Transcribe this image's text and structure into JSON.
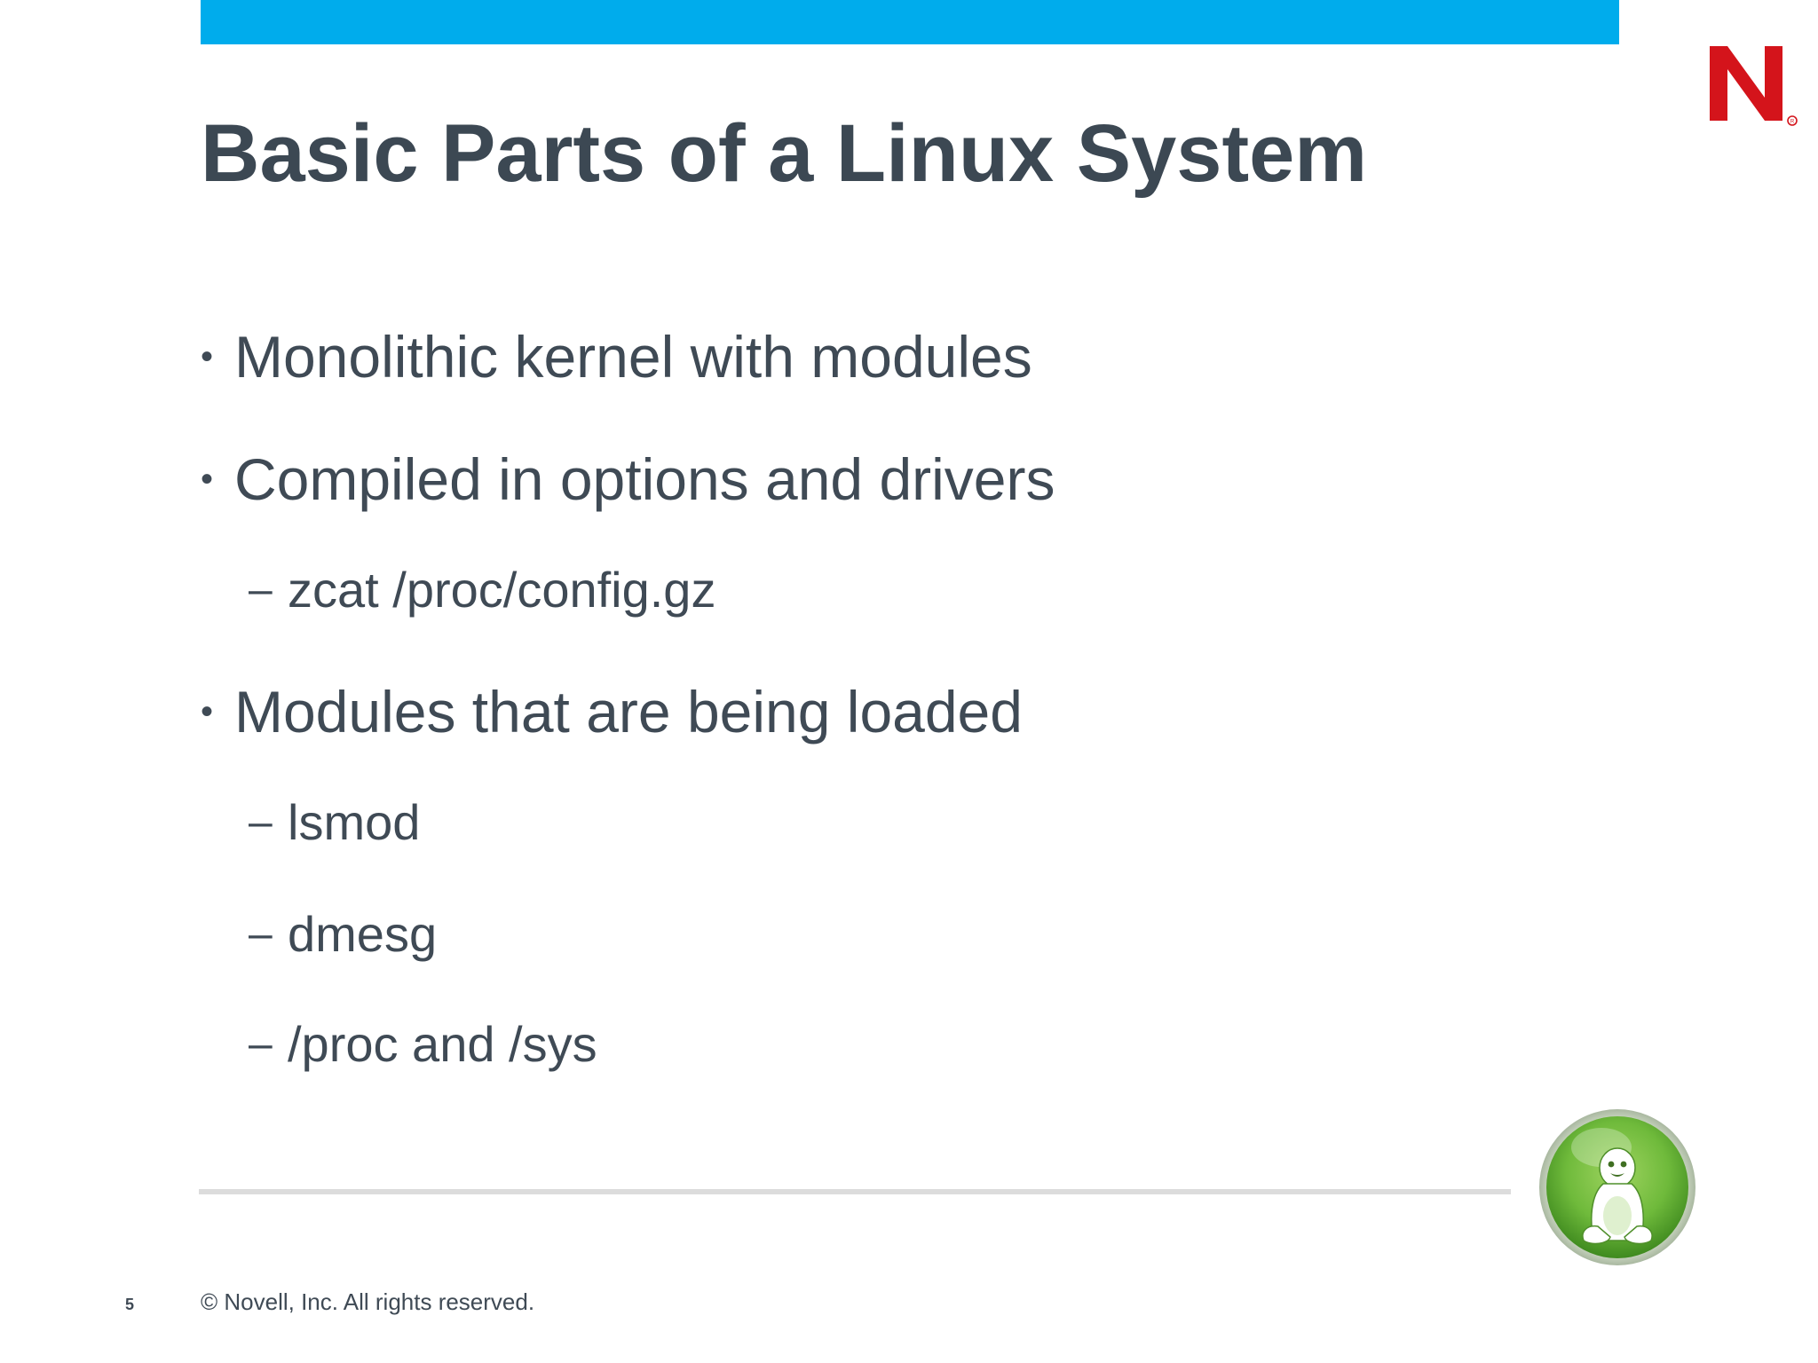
{
  "slide": {
    "title": "Basic Parts of a Linux System",
    "bullets": [
      {
        "level": 1,
        "marker": "•",
        "text": "Monolithic kernel with modules"
      },
      {
        "level": 1,
        "marker": "•",
        "text": "Compiled in options and drivers"
      },
      {
        "level": 2,
        "marker": "–",
        "text": "zcat /proc/config.gz"
      },
      {
        "level": 1,
        "marker": "•",
        "text": "Modules that are being loaded"
      },
      {
        "level": 2,
        "marker": "–",
        "text": "lsmod"
      },
      {
        "level": 2,
        "marker": "–",
        "text": "dmesg"
      },
      {
        "level": 2,
        "marker": "–",
        "text": "/proc and /sys"
      }
    ]
  },
  "footer": {
    "page_number": "5",
    "copyright": "©  Novell, Inc.  All rights reserved."
  },
  "icons": {
    "logo": "novell-n-logo",
    "badge": "linux-tux-icon"
  },
  "colors": {
    "top_bar": "#00acec",
    "title_text": "#3c4853",
    "body_text": "#3f4a55",
    "logo_red": "#d4141b",
    "badge_green": "#6fba3b"
  }
}
